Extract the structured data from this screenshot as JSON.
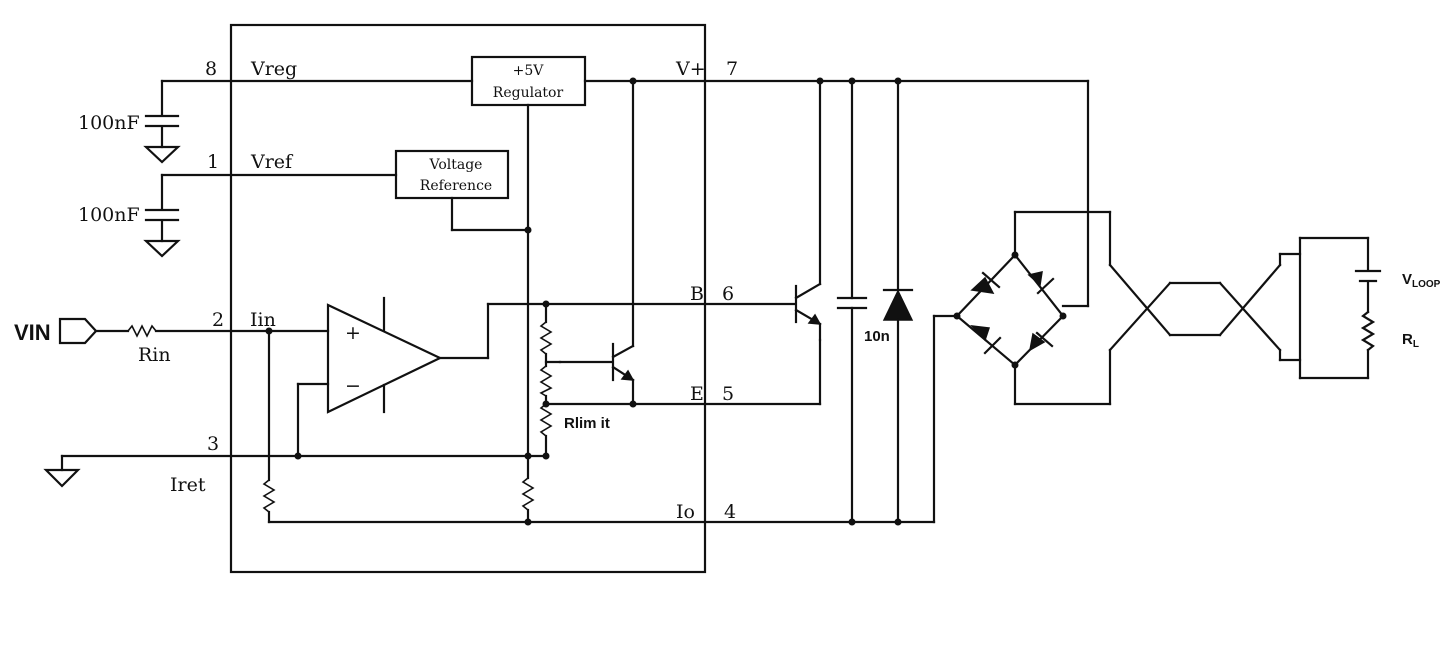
{
  "pins": {
    "p8": "8",
    "vreg": "Vreg",
    "p1": "1",
    "vref": "Vref",
    "p2": "2",
    "iin": "Iin",
    "p3": "3",
    "iret": "Iret",
    "vplus": "V+",
    "p7": "7",
    "b": "B",
    "p6": "6",
    "e": "E",
    "p5": "5",
    "io": "Io",
    "p4": "4"
  },
  "blocks": {
    "regulator_line1": "+5V",
    "regulator_line2": "Regulator",
    "reference_line1": "Voltage",
    "reference_line2": "Reference"
  },
  "components": {
    "cap_vreg": "100nF",
    "cap_vref": "100nF",
    "vin": "VIN",
    "rin": "Rin",
    "rlimit": "Rlim it",
    "cap_out": "10n",
    "vloop_main": "V",
    "vloop_sub": "LOOP",
    "rl_main": "R",
    "rl_sub": "L"
  },
  "opamp": {
    "plus": "+",
    "minus": "−"
  }
}
